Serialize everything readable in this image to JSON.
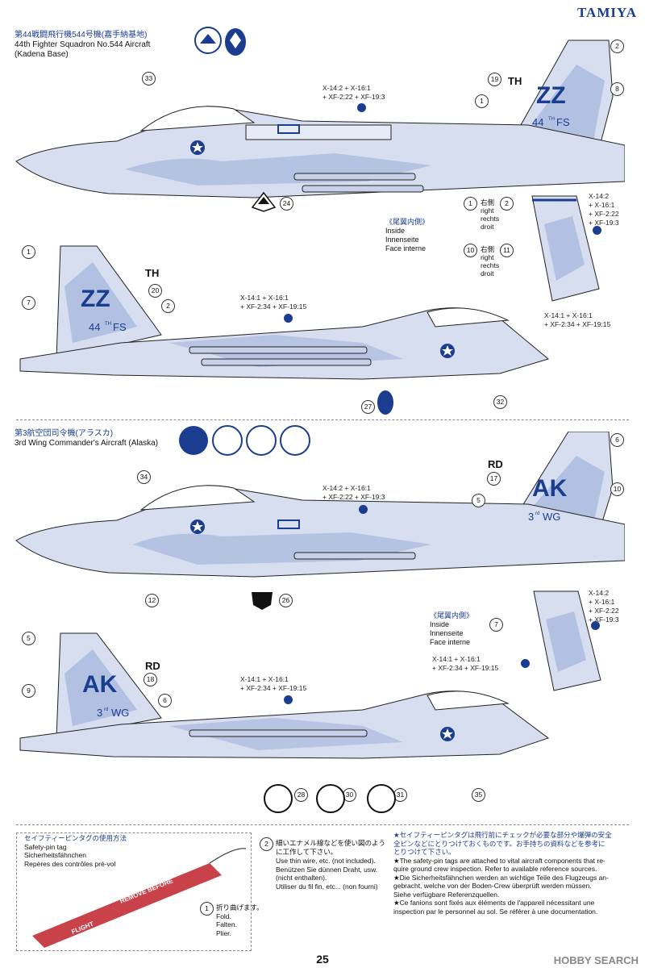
{
  "brand": "TAMIYA",
  "page_number": "25",
  "watermark": "HOBBY SEARCH",
  "section1": {
    "title_jp": "第44戦闘飛行機544号機(嘉手納基地)",
    "title_en1": "44th Fighter Squadron No.544 Aircraft",
    "title_en2": "(Kadena Base)"
  },
  "section2": {
    "title_jp": "第3航空団司令機(アラスカ)",
    "title_en": "3rd Wing Commander's Aircraft (Alaska)"
  },
  "mixes": {
    "m1_l1": "X-14:2 + X-16:1",
    "m1_l2": "+ XF-2:22 + XF-19:3",
    "m2_l1": "X-14:1 + X-16:1",
    "m2_l2": "+ XF-2:34 + XF-19:15",
    "m3_l1": "X-14:2",
    "m3_l2": "+ X-16:1",
    "m3_l3": "+ XF-2:22",
    "m3_l4": "+ XF-19:3"
  },
  "inside": {
    "jp": "《尾翼内側》",
    "en": "Inside",
    "de": "Innenseite",
    "fr": "Face interne"
  },
  "side_labels": {
    "right_jp": "右側",
    "right": "right",
    "rechts": "rechts",
    "droit": "droit"
  },
  "codes": {
    "tail1": "ZZ",
    "unit1": "44",
    "unit1_sup": "TH",
    "unit1_fs": "FS",
    "base1": "TH",
    "tail2": "AK",
    "unit2": "3",
    "unit2_sup": "rd",
    "unit2_wg": "WG",
    "base2": "RD"
  },
  "callouts": [
    "1",
    "2",
    "8",
    "19",
    "33",
    "24",
    "11",
    "10",
    "20",
    "7",
    "32",
    "27",
    "6",
    "17",
    "5",
    "34",
    "12",
    "26",
    "9",
    "18",
    "28",
    "30",
    "31",
    "35"
  ],
  "pin": {
    "title_jp": "セイフティーピンタグの使用方法",
    "title_en": "Safety-pin tag",
    "title_de": "Sicherheitsfähnchen",
    "title_fr": "Repères des contrôles pré-vol",
    "tag_text1": "REMOVE BEFORE",
    "tag_text2": "FLIGHT",
    "step1_jp": "折り曲げます。",
    "step1_en": "Fold.",
    "step1_de": "Falten.",
    "step1_fr": "Plier.",
    "step2_jp1": "細いエナメル線などを使い図のよう",
    "step2_jp2": "に工作して下さい。",
    "step2_en": "Use thin wire, etc. (not included).",
    "step2_de1": "Benützen Sie dünnen Draht, usw.",
    "step2_de2": "(nicht enthalten).",
    "step2_fr": "Utiliser du fil fin, etc... (non fourni)"
  },
  "notes": {
    "jp1": "★セイフティーピンタグは飛行前にチェックが必要な部分や爆弾の安全",
    "jp2": "全ピンなどにとりつけておくものです。お手持ちの資料などを参考に",
    "jp3": "とりつけて下さい。",
    "en1": "★The safety-pin tags are attached to vital aircraft components that re-",
    "en2": "quire ground crew inspection. Refer to available reference sources.",
    "de1": "★Die Sicherheitsfähnchen werden an wichtige Teile des Flugzeugs an-",
    "de2": "gebracht, welche von der Boden-Crew überprüft werden müssen.",
    "de3": "Siehe verfügbare Referenzquellen.",
    "fr1": "★Ce fanions sont fixés aux éléments de l'appareil nécessitant une",
    "fr2": "inspection par le personnel au sol. Se référer à une documentation."
  },
  "colors": {
    "accent": "#1a3d8f",
    "camo_light": "#d6def0",
    "camo_dark": "#a9b9de"
  }
}
